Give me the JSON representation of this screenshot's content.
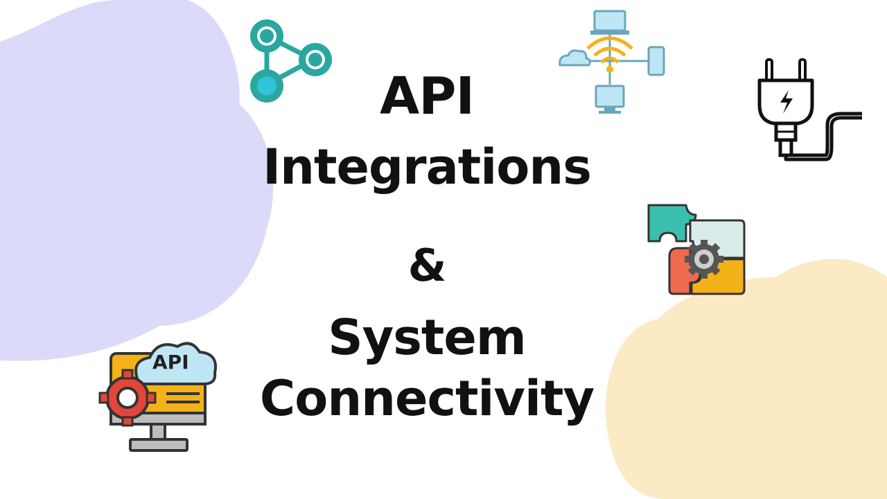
{
  "headline": {
    "line1": "API",
    "line2": "Integrations",
    "line3": "&",
    "line4": "System",
    "line5": "Connectivity"
  },
  "icons": {
    "network": "share-nodes-icon",
    "wifi": "wifi-network-icon",
    "plug": "power-plug-icon",
    "puzzle": "puzzle-gear-icon",
    "api_monitor": "api-cloud-monitor-icon",
    "api_monitor_label": "API"
  },
  "colors": {
    "lavender_blob": "#dcdaf9",
    "sand_blob": "#fbeac4",
    "text": "#111111",
    "teal": "#2aa7a0",
    "cyan": "#31c3d6",
    "amber": "#f4b219",
    "coral": "#ef6a4f"
  }
}
